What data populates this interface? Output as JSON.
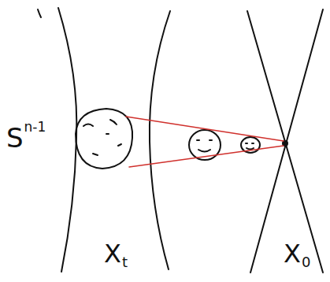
{
  "diagram": {
    "labels": [
      "S",
      "n-1",
      "X",
      "t",
      "X",
      "0"
    ]
  }
}
